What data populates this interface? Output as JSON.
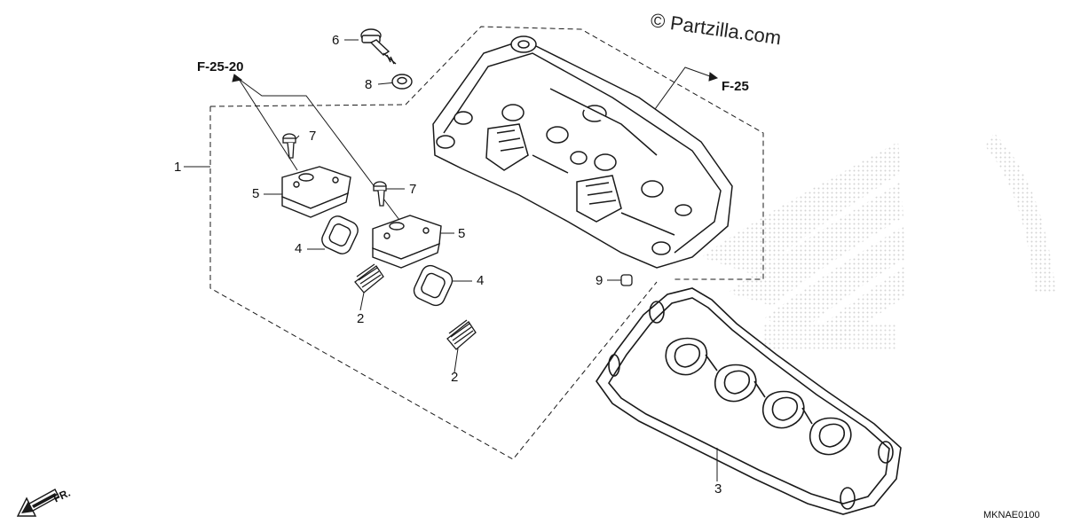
{
  "copyright": "© Partzilla.com",
  "diagram_code": "MKNAE0100",
  "front_marker": "FR.",
  "ref_labels": {
    "top_left": "F-25-20",
    "top_right": "F-25"
  },
  "callouts": {
    "c1": "1",
    "c2a": "2",
    "c2b": "2",
    "c3": "3",
    "c4a": "4",
    "c4b": "4",
    "c5a": "5",
    "c5b": "5",
    "c6": "6",
    "c7a": "7",
    "c7b": "7",
    "c8": "8",
    "c9": "9"
  },
  "colors": {
    "line": "#1a1a1a",
    "watermark": "#d9d9d9",
    "background": "#ffffff"
  },
  "icons": {
    "front_arrow": "arrow-down-left-icon",
    "watermark": "honda-wing-logo"
  }
}
